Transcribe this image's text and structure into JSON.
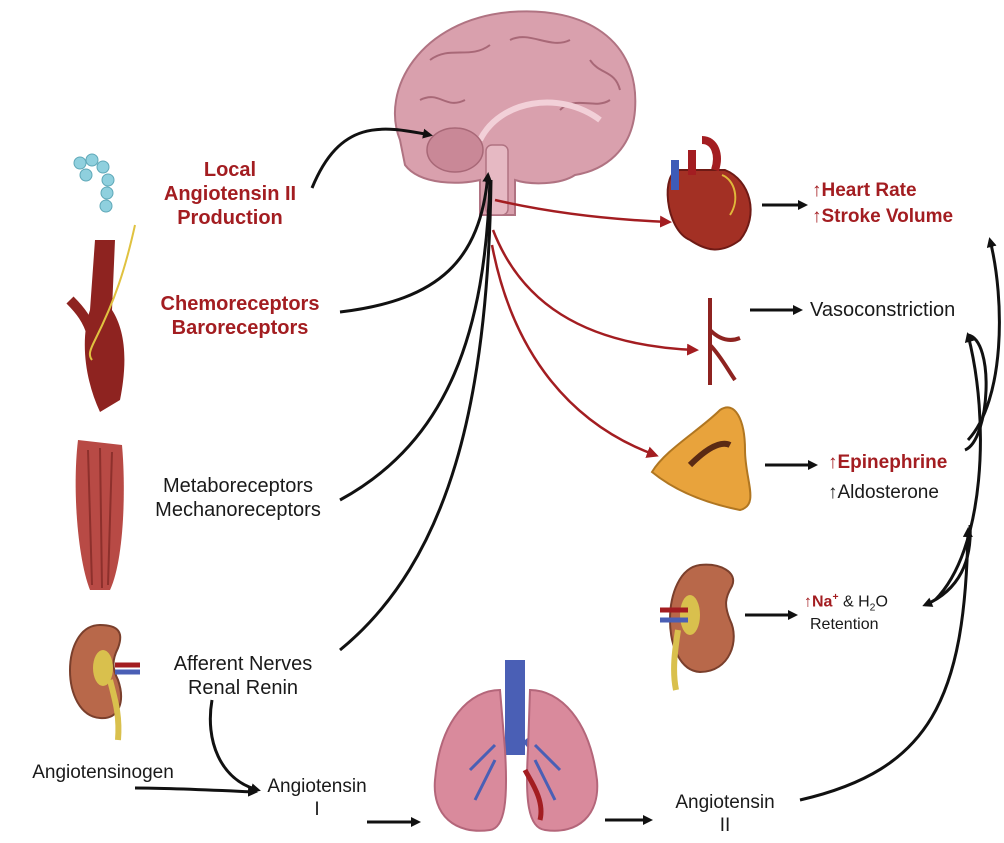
{
  "inputs": {
    "local_angiotensin": {
      "line1": "Local",
      "line2": "Angiotensin II",
      "line3": "Production"
    },
    "receptors_chemo_baro": {
      "line1": "Chemoreceptors",
      "line2": "Baroreceptors"
    },
    "receptors_metabo_mechano": {
      "line1": "Metaboreceptors",
      "line2": "Mechanoreceptors"
    },
    "afferent_renal": {
      "line1": "Afferent Nerves",
      "line2": "Renal Renin"
    }
  },
  "raas": {
    "angiotensinogen": "Angiotensinogen",
    "angiotensin_i": {
      "line1": "Angiotensin",
      "line2": "I"
    },
    "angiotensin_ii": {
      "line1": "Angiotensin",
      "line2": "II"
    }
  },
  "outputs": {
    "heart_rate": "Heart Rate",
    "stroke_volume": "Stroke Volume",
    "vasoconstriction": "Vasoconstriction",
    "epinephrine": "Epinephrine",
    "aldosterone": "Aldosterone",
    "na": "Na",
    "na_sup": "+",
    "h2o_mid": " & H",
    "h2o_sub": "2",
    "h2o_end": "O",
    "retention": "Retention"
  },
  "up_arrow_symbol": "↑",
  "colors": {
    "red_text": "#a31d21",
    "red_arrow": "#a31d21",
    "black_arrow": "#111111",
    "brain": "#d9a0ad",
    "lung": "#d98a9c",
    "trachea": "#4a5fb5",
    "kidney": "#b8684a",
    "adrenal": "#e8a33c",
    "artery": "#8e2320",
    "muscle": "#b84a45",
    "molecule": "#8fd0de"
  }
}
